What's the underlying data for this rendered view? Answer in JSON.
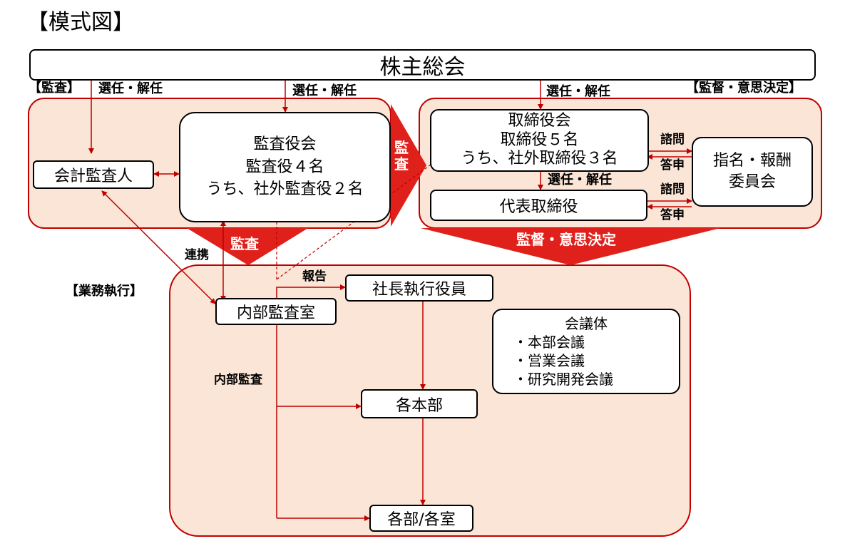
{
  "title": "【模式図】",
  "shareholders": "株主総会",
  "sections": {
    "audit": "【監査】",
    "supervision": "【監督・意思決定】",
    "execution": "【業務執行】"
  },
  "boxes": {
    "accounting_auditor": "会計監査人",
    "audit_board": [
      "監査役会",
      "監査役４名",
      "うち、社外監査役２名"
    ],
    "board": [
      "取締役会",
      "取締役５名",
      "うち、社外取締役３名"
    ],
    "representative": "代表取締役",
    "nomination": [
      "指名・報酬",
      "委員会"
    ],
    "internal_audit_office": "内部監査室",
    "president": "社長執行役員",
    "meetings": [
      "会議体",
      "・本部会議",
      "・営業会議",
      "・研究開発会議"
    ],
    "divisions": "各本部",
    "departments": "各部/各室"
  },
  "labels": {
    "appoint_dismiss": "選任・解任",
    "audit_vertical": "監査",
    "audit_arrow": "監査",
    "supervision_arrow": "監督・意思決定",
    "consult": "諮問",
    "report_back": "答申",
    "cooperation": "連携",
    "report": "報告",
    "internal_audit": "内部監査"
  },
  "colors": {
    "accent_red": "#e0201b",
    "dark_red": "#c00000",
    "section_fill": "#fbe5d6",
    "section_border": "#c00000"
  }
}
